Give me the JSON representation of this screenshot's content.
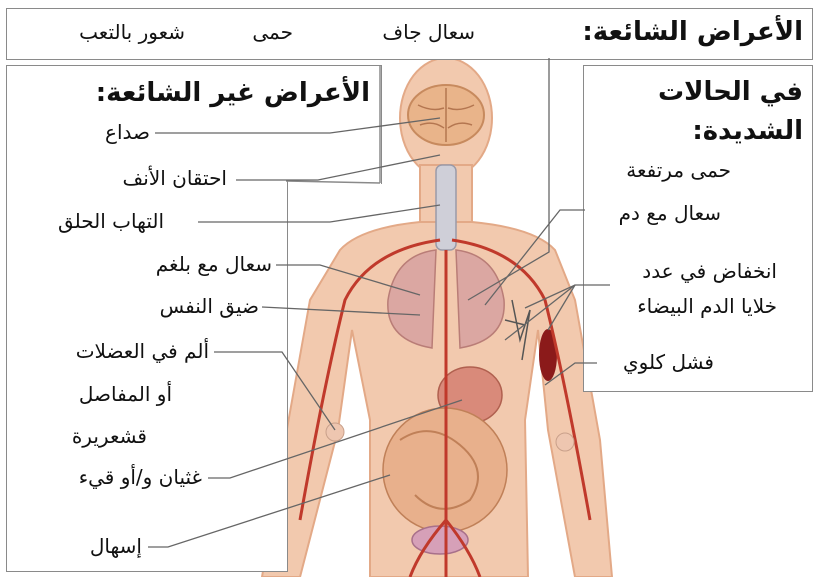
{
  "common": {
    "heading": "الأعراض الشائعة:",
    "items": [
      "سعال جاف",
      "حمى",
      "شعور بالتعب"
    ]
  },
  "uncommon": {
    "heading": "الأعراض غير الشائعة:",
    "items": [
      "صداع",
      "احتقان الأنف",
      "التهاب الحلق",
      "سعال مع بلغم",
      "ضيق النفس",
      "ألم في العضلات",
      "أو المفاصل",
      "قشعريرة",
      "غثيان و/أو قيء",
      "إسهال"
    ]
  },
  "severe": {
    "heading_line1": "في الحالات",
    "heading_line2": "الشديدة:",
    "items": [
      "حمى مرتفعة",
      "سعال مع دم",
      "انخفاض في عدد",
      "خلايا الدم البيضاء",
      "فشل كلوي"
    ]
  },
  "colors": {
    "skin": "#f2c9ae",
    "skin_edge": "#e3a987",
    "vessel": "#c0392b",
    "lung": "#d8a2a0",
    "organ": "#e8b08c",
    "frame": "#8a8a8a",
    "leader": "#666666"
  }
}
